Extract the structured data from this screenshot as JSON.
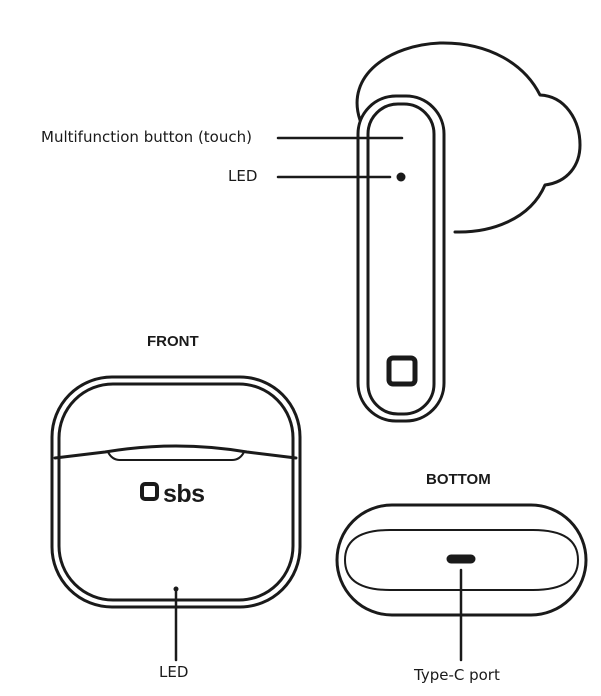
{
  "labels": {
    "multifunction_button": "Multifunction button (touch)",
    "led_earbud": "LED",
    "front": "FRONT",
    "bottom": "BOTTOM",
    "led_case": "LED",
    "type_c_port": "Type-C port"
  },
  "icons": {
    "earbud_logo": "sbs-square-logo-icon",
    "case_logo": "sbs-logo"
  },
  "colors": {
    "line": "#1a1a1a",
    "background": "#ffffff"
  }
}
